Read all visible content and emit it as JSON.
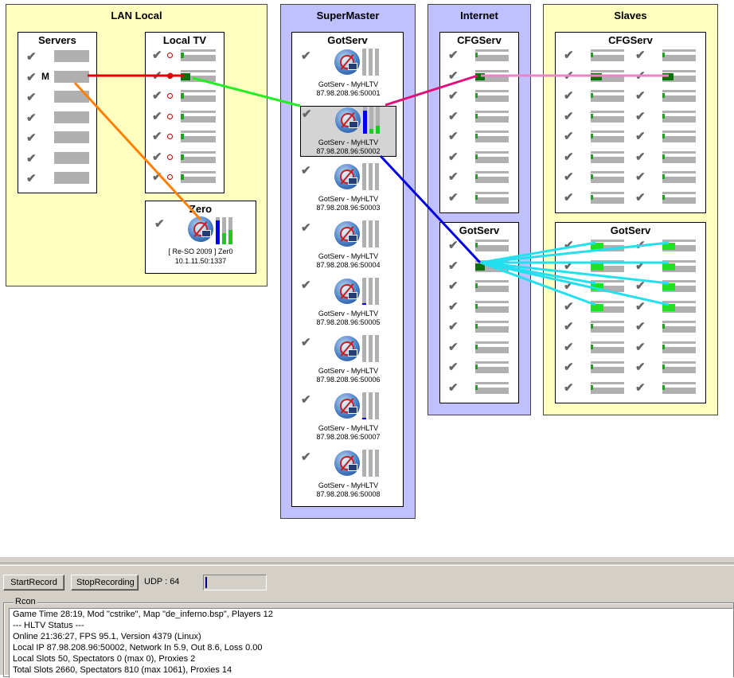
{
  "zones": {
    "lan_local": {
      "title": "LAN Local"
    },
    "supermaster": {
      "title": "SuperMaster"
    },
    "internet": {
      "title": "Internet"
    },
    "slaves": {
      "title": "Slaves"
    }
  },
  "boxes": {
    "servers": {
      "title": "Servers",
      "master_mark": "M"
    },
    "local_tv": {
      "title": "Local TV"
    },
    "zero": {
      "title": "Zero",
      "name": "[ Re-SO 2009 ] Zer0",
      "address": "10.1.11.50:1337"
    },
    "gotserv_super": {
      "title": "GotServ"
    },
    "cfgserv_internet": {
      "title": "CFGServ"
    },
    "gotserv_internet": {
      "title": "GotServ"
    },
    "cfgserv_slaves": {
      "title": "CFGServ"
    },
    "gotserv_slaves": {
      "title": "GotServ"
    }
  },
  "super_servers": [
    {
      "name": "GotServ - MyHLTV",
      "address": "87.98.208.96:50001",
      "level": 0.0
    },
    {
      "name": "GotServ - MyHLTV",
      "address": "87.98.208.96:50002",
      "level": 0.85,
      "selected": true
    },
    {
      "name": "GotServ - MyHLTV",
      "address": "87.98.208.96:50003",
      "level": 0.0
    },
    {
      "name": "GotServ - MyHLTV",
      "address": "87.98.208.96:50004",
      "level": 0.0
    },
    {
      "name": "GotServ - MyHLTV",
      "address": "87.98.208.96:50005",
      "level": 0.05
    },
    {
      "name": "GotServ - MyHLTV",
      "address": "87.98.208.96:50006",
      "level": 0.0
    },
    {
      "name": "GotServ - MyHLTV",
      "address": "87.98.208.96:50007",
      "level": 0.05
    },
    {
      "name": "GotServ - MyHLTV",
      "address": "87.98.208.96:50008",
      "level": 0.0
    }
  ],
  "link_colors": {
    "red": "#e00000",
    "orange": "#ff8000",
    "green": "#22ee22",
    "magenta": "#e0107a",
    "pink": "#f080c8",
    "blue": "#0000e0",
    "cyan": "#22e0f0"
  },
  "toolbar": {
    "start_record": "StartRecord",
    "stop_recording": "StopRecording",
    "udp_label": "UDP : 64",
    "progress": 0.02
  },
  "rcon": {
    "label": "Rcon",
    "lines": [
      "Game Time 28:19, Mod \"cstrike\", Map \"de_inferno.bsp\", Players 12",
      "--- HLTV Status ---",
      "Online 21:36:27, FPS 95.1, Version 4379 (Linux)",
      "Local IP 87.98.208.96:50002, Network In 5.9, Out 8.6, Loss 0.00",
      "Local Slots 50, Spectators 0 (max 0), Proxies 2",
      "Total Slots 2660, Spectators 810 (max 1061), Proxies 14"
    ]
  }
}
